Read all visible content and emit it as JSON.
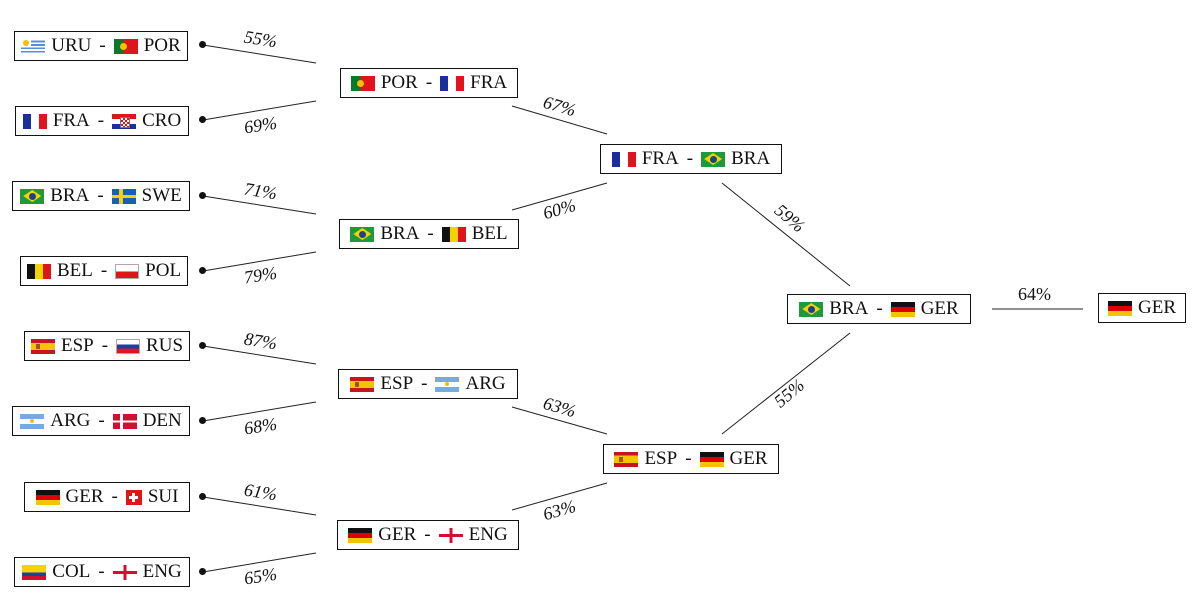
{
  "round_of_16": [
    {
      "home": {
        "code": "URU",
        "flag": "uruguay-flag"
      },
      "away": {
        "code": "POR",
        "flag": "portugal-flag"
      },
      "probability": "55%"
    },
    {
      "home": {
        "code": "FRA",
        "flag": "france-flag"
      },
      "away": {
        "code": "CRO",
        "flag": "croatia-flag"
      },
      "probability": "69%"
    },
    {
      "home": {
        "code": "BRA",
        "flag": "brazil-flag"
      },
      "away": {
        "code": "SWE",
        "flag": "sweden-flag"
      },
      "probability": "71%"
    },
    {
      "home": {
        "code": "BEL",
        "flag": "belgium-flag"
      },
      "away": {
        "code": "POL",
        "flag": "poland-flag"
      },
      "probability": "79%"
    },
    {
      "home": {
        "code": "ESP",
        "flag": "spain-flag"
      },
      "away": {
        "code": "RUS",
        "flag": "russia-flag"
      },
      "probability": "87%"
    },
    {
      "home": {
        "code": "ARG",
        "flag": "argentina-flag"
      },
      "away": {
        "code": "DEN",
        "flag": "denmark-flag"
      },
      "probability": "68%"
    },
    {
      "home": {
        "code": "GER",
        "flag": "germany-flag"
      },
      "away": {
        "code": "SUI",
        "flag": "switzerland-flag"
      },
      "probability": "61%"
    },
    {
      "home": {
        "code": "COL",
        "flag": "colombia-flag"
      },
      "away": {
        "code": "ENG",
        "flag": "england-flag"
      },
      "probability": "65%"
    }
  ],
  "quarter_finals": [
    {
      "home": {
        "code": "POR",
        "flag": "portugal-flag"
      },
      "away": {
        "code": "FRA",
        "flag": "france-flag"
      },
      "probability": "67%"
    },
    {
      "home": {
        "code": "BRA",
        "flag": "brazil-flag"
      },
      "away": {
        "code": "BEL",
        "flag": "belgium-flag"
      },
      "probability": "60%"
    },
    {
      "home": {
        "code": "ESP",
        "flag": "spain-flag"
      },
      "away": {
        "code": "ARG",
        "flag": "argentina-flag"
      },
      "probability": "63%"
    },
    {
      "home": {
        "code": "GER",
        "flag": "germany-flag"
      },
      "away": {
        "code": "ENG",
        "flag": "england-flag"
      },
      "probability": "63%"
    }
  ],
  "semi_finals": [
    {
      "home": {
        "code": "FRA",
        "flag": "france-flag"
      },
      "away": {
        "code": "BRA",
        "flag": "brazil-flag"
      },
      "probability": "59%"
    },
    {
      "home": {
        "code": "ESP",
        "flag": "spain-flag"
      },
      "away": {
        "code": "GER",
        "flag": "germany-flag"
      },
      "probability": "55%"
    }
  ],
  "final": {
    "home": {
      "code": "BRA",
      "flag": "brazil-flag"
    },
    "away": {
      "code": "GER",
      "flag": "germany-flag"
    },
    "probability": "64%"
  },
  "champion": {
    "code": "GER",
    "flag": "germany-flag"
  },
  "separator": "-"
}
